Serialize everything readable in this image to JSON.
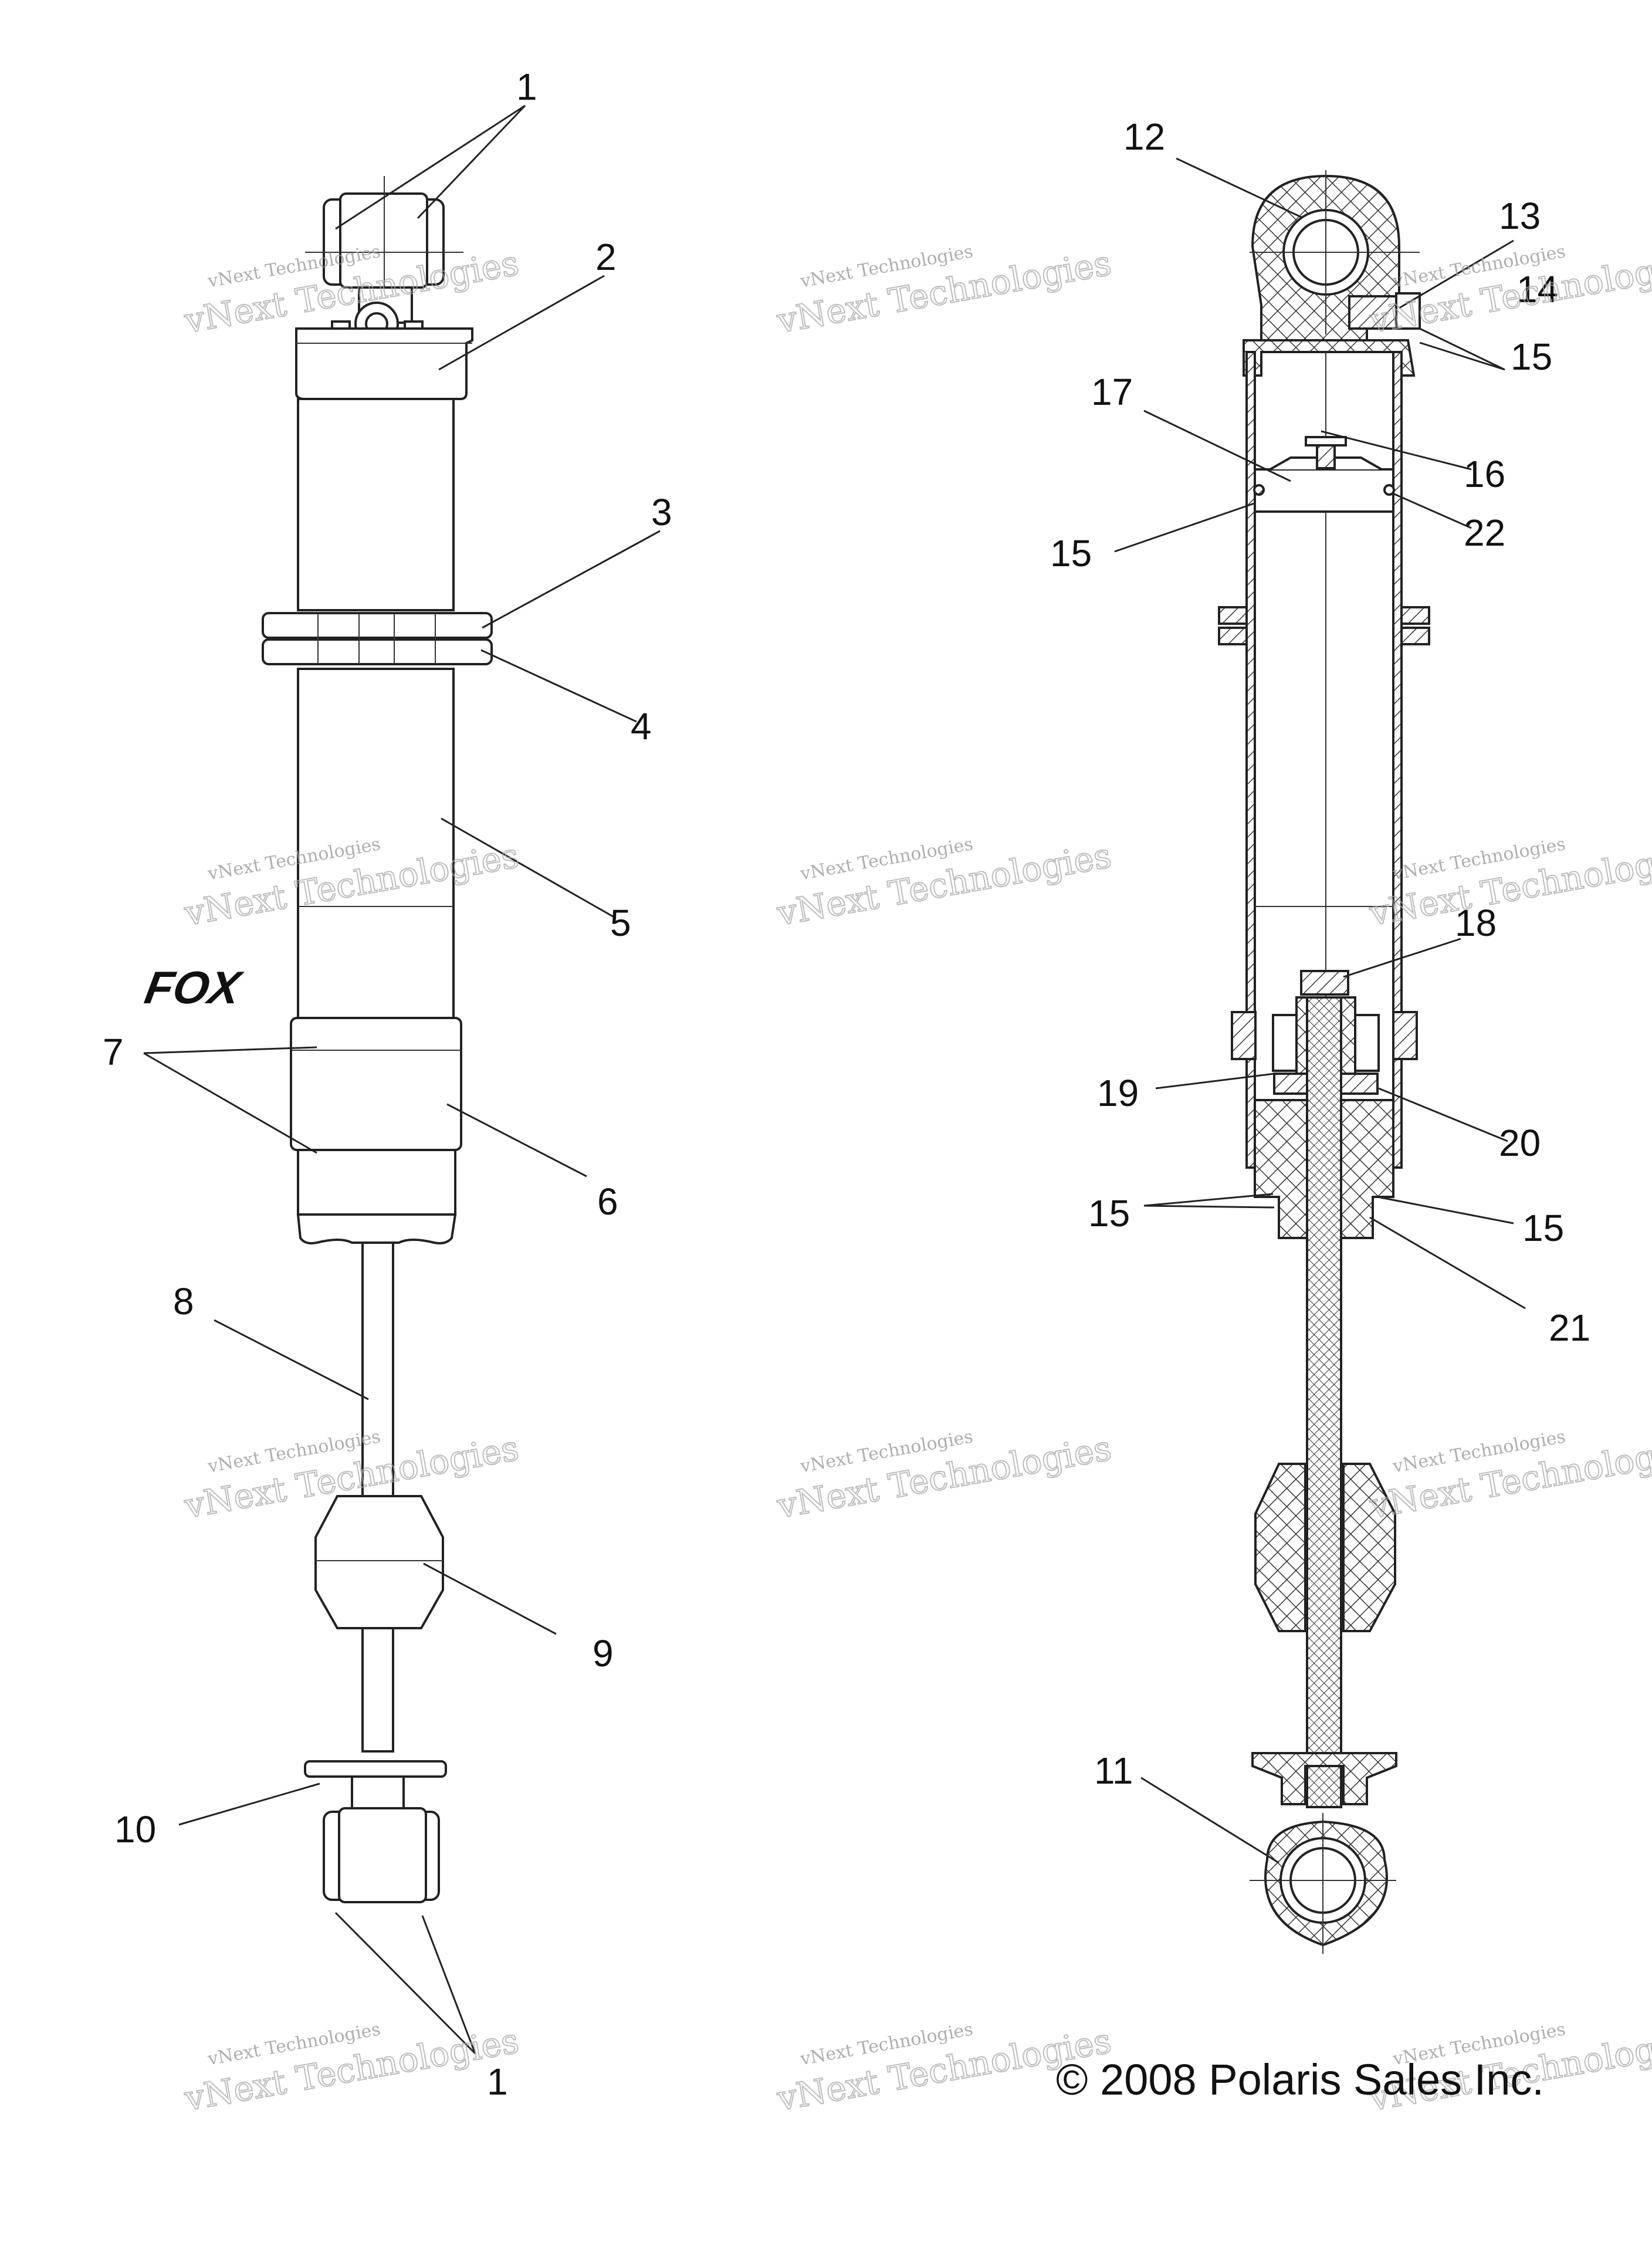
{
  "callouts": [
    {
      "id": "left-1-top",
      "text": "1"
    },
    {
      "id": "left-2",
      "text": "2"
    },
    {
      "id": "left-3",
      "text": "3"
    },
    {
      "id": "left-4",
      "text": "4"
    },
    {
      "id": "left-5",
      "text": "5"
    },
    {
      "id": "left-7",
      "text": "7"
    },
    {
      "id": "left-6",
      "text": "6"
    },
    {
      "id": "left-8",
      "text": "8"
    },
    {
      "id": "left-9",
      "text": "9"
    },
    {
      "id": "left-10",
      "text": "10"
    },
    {
      "id": "left-1-bottom",
      "text": "1"
    },
    {
      "id": "right-12",
      "text": "12"
    },
    {
      "id": "right-13",
      "text": "13"
    },
    {
      "id": "right-14",
      "text": "14"
    },
    {
      "id": "right-15-top",
      "text": "15"
    },
    {
      "id": "right-17",
      "text": "17"
    },
    {
      "id": "right-16",
      "text": "16"
    },
    {
      "id": "right-22",
      "text": "22"
    },
    {
      "id": "right-15-piston",
      "text": "15"
    },
    {
      "id": "right-18",
      "text": "18"
    },
    {
      "id": "right-19",
      "text": "19"
    },
    {
      "id": "right-20",
      "text": "20"
    },
    {
      "id": "right-15-left-seal",
      "text": "15"
    },
    {
      "id": "right-15-right-seal",
      "text": "15"
    },
    {
      "id": "right-21",
      "text": "21"
    },
    {
      "id": "right-11",
      "text": "11"
    }
  ],
  "copyright": "© 2008 Polaris Sales Inc.",
  "watermark": {
    "line1": "vNext Technologies",
    "line2": "vNext Technologies"
  },
  "logo_text": "FOX"
}
